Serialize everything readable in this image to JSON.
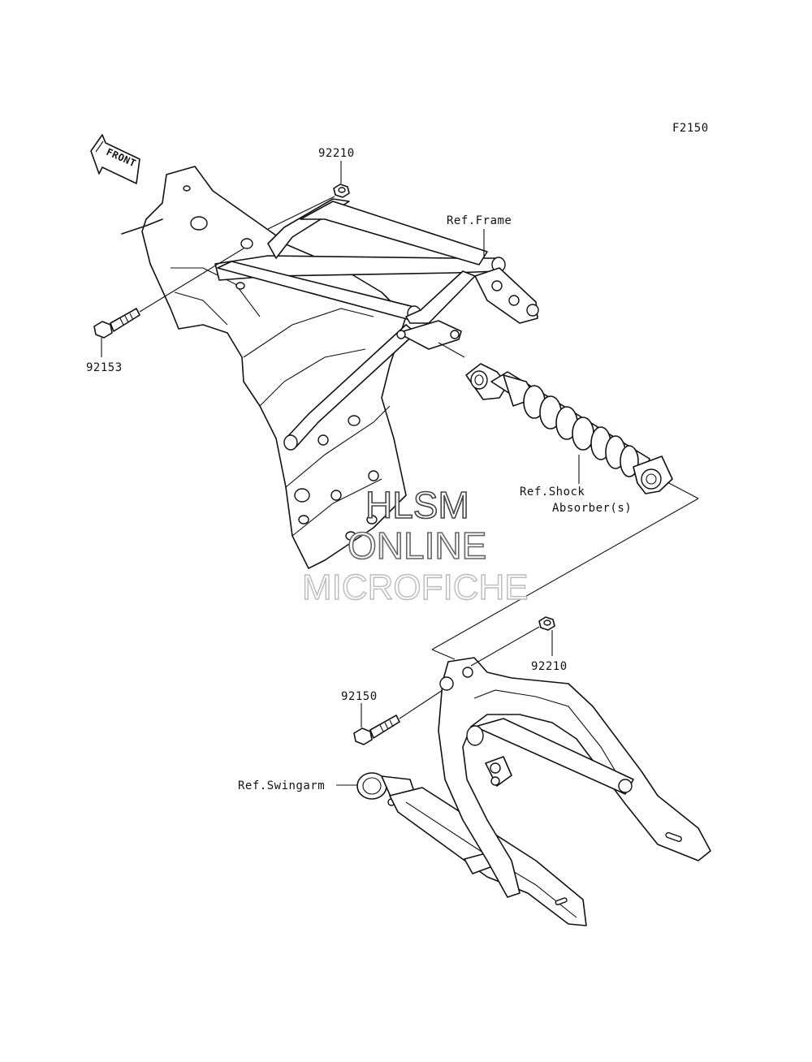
{
  "diagram_code": "F2150",
  "front_arrow_text": "FRONT",
  "callouts": {
    "nut_upper": "92210",
    "bolt_upper": "92153",
    "nut_lower": "92210",
    "bolt_lower": "92150"
  },
  "references": {
    "frame": "Ref.Frame",
    "shock_line1": "Ref.Shock",
    "shock_line2": "Absorber(s)",
    "swingarm": "Ref.Swingarm"
  },
  "watermark": {
    "line1": "HLSM",
    "line2": "ONLINE",
    "line3": "MICROFICHE"
  }
}
